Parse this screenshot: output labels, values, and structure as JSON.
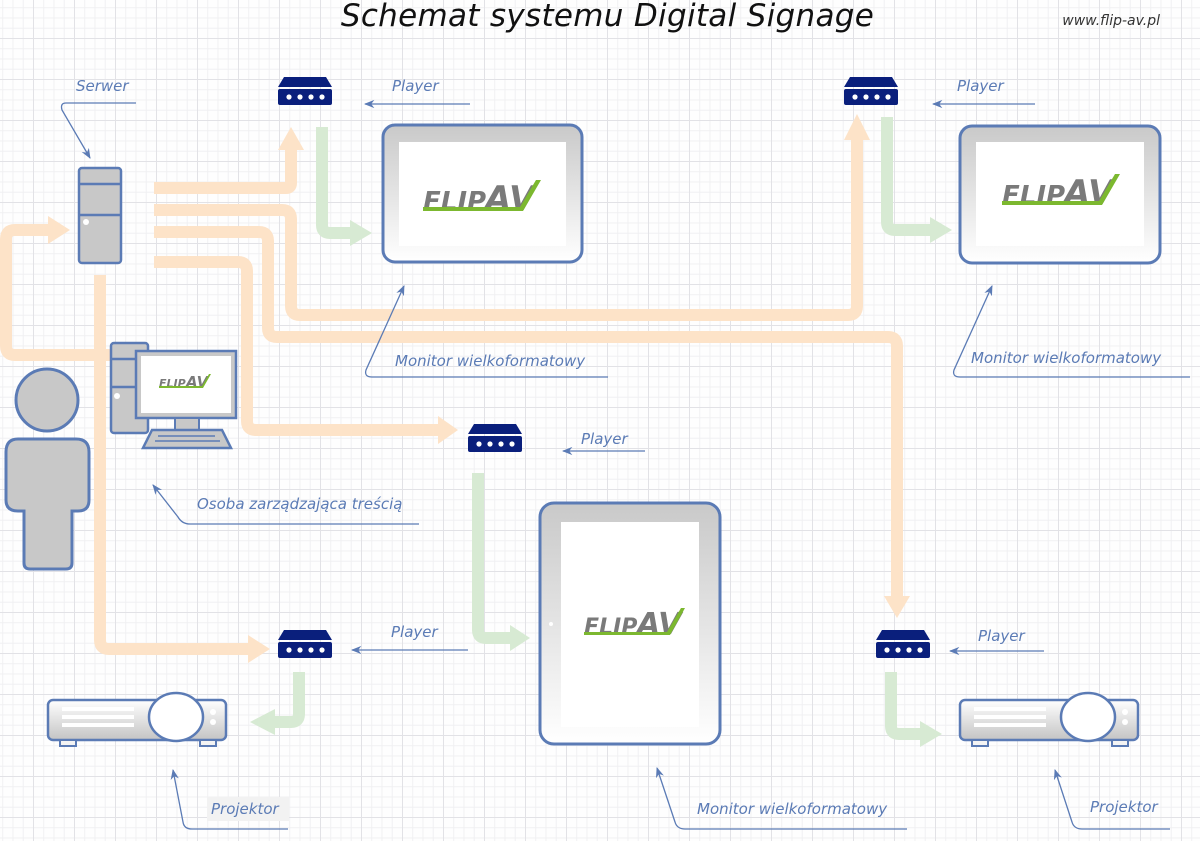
{
  "header": {
    "title": "Schemat systemu Digital Signage",
    "website": "www.flip-av.pl"
  },
  "labels": {
    "server": "Serwer",
    "player_top_left": "Player",
    "player_top_right": "Player",
    "player_middle": "Player",
    "player_bottom_left": "Player",
    "player_bottom_right": "Player",
    "monitor_top_left": "Monitor wielkoformatowy",
    "monitor_top_right": "Monitor wielkoformatowy",
    "monitor_bottom": "Monitor wielkoformatowy",
    "content_manager": "Osoba zarządzająca treścią",
    "projector_left": "Projektor",
    "projector_right": "Projektor"
  },
  "logo": {
    "part1": "FLIP",
    "part2": "AV"
  },
  "colors": {
    "data_flow": "#fde3c8",
    "display_flow": "#d7ead3",
    "device_outline": "#5b7bb5",
    "player": "#0a1f7c",
    "device_fill": "#c8c8c8",
    "label_text": "#5b7bb5",
    "logo_gray": "#7a7a7a",
    "logo_green": "#7cb82f"
  },
  "legend": {
    "nodes": [
      "server",
      "player",
      "large-format-monitor",
      "projector",
      "content-manager-workstation"
    ]
  }
}
